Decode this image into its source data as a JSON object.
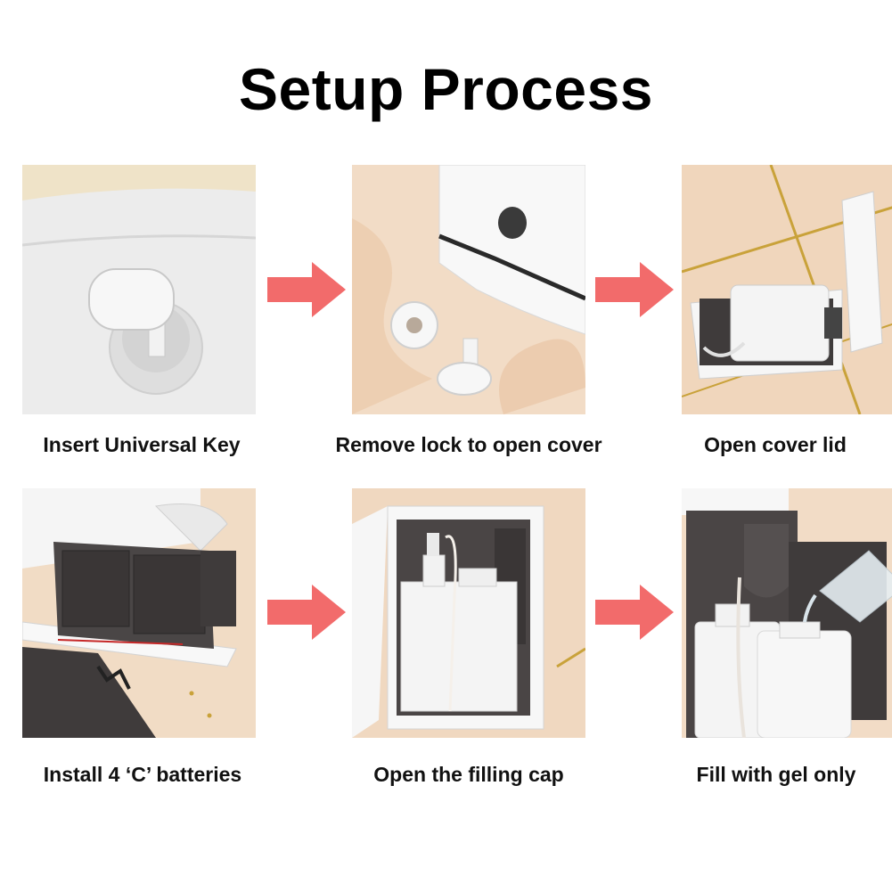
{
  "title": "Setup Process",
  "accent_color": "#f26b6b",
  "steps": [
    {
      "caption": "Insert Universal Key"
    },
    {
      "caption": "Remove lock to open cover"
    },
    {
      "caption": "Open cover lid"
    },
    {
      "caption": "Install 4 ‘C’ batteries"
    },
    {
      "caption": "Open the filling cap"
    },
    {
      "caption": "Fill with gel only"
    }
  ]
}
